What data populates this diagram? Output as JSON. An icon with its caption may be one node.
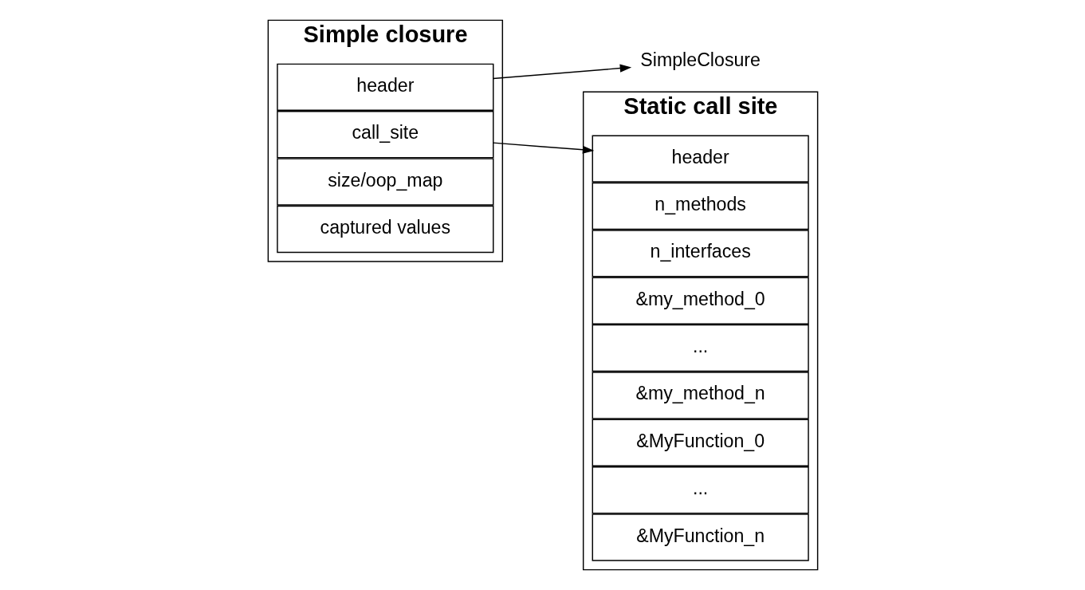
{
  "diagram": {
    "nodes": [
      {
        "text": [
          "Simple closure"
        ]
      },
      {
        "text": [
          "header"
        ],
        "in": 0
      },
      {
        "text": [
          "call_site"
        ],
        "in": 0
      },
      {
        "text": [
          "size/oop_map"
        ],
        "in": 0
      },
      {
        "text": [
          "captured values"
        ],
        "in": 0
      },
      {
        "text": [
          "SimpleClosure"
        ]
      },
      {
        "text": [
          "Static call site"
        ]
      },
      {
        "text": [
          "header"
        ],
        "in": 6
      },
      {
        "text": [
          "n_methods"
        ],
        "in": 6
      },
      {
        "text": [
          "n_interfaces"
        ],
        "in": 6
      },
      {
        "text": [
          "&my_method_0"
        ],
        "in": 6
      },
      {
        "text": [
          "..."
        ],
        "in": 6
      },
      {
        "text": [
          "&my_method_n"
        ],
        "in": 6
      },
      {
        "text": [
          "&MyFunction_0"
        ],
        "in": 6
      },
      {
        "text": [
          "..."
        ],
        "in": 6
      },
      {
        "text": [
          "&MyFunction_n"
        ],
        "in": 6
      }
    ],
    "edges": [
      {
        "from": 1,
        "to": 5,
        "arrow": "to"
      },
      {
        "from": 2,
        "to": 7,
        "arrow": "to"
      }
    ]
  }
}
